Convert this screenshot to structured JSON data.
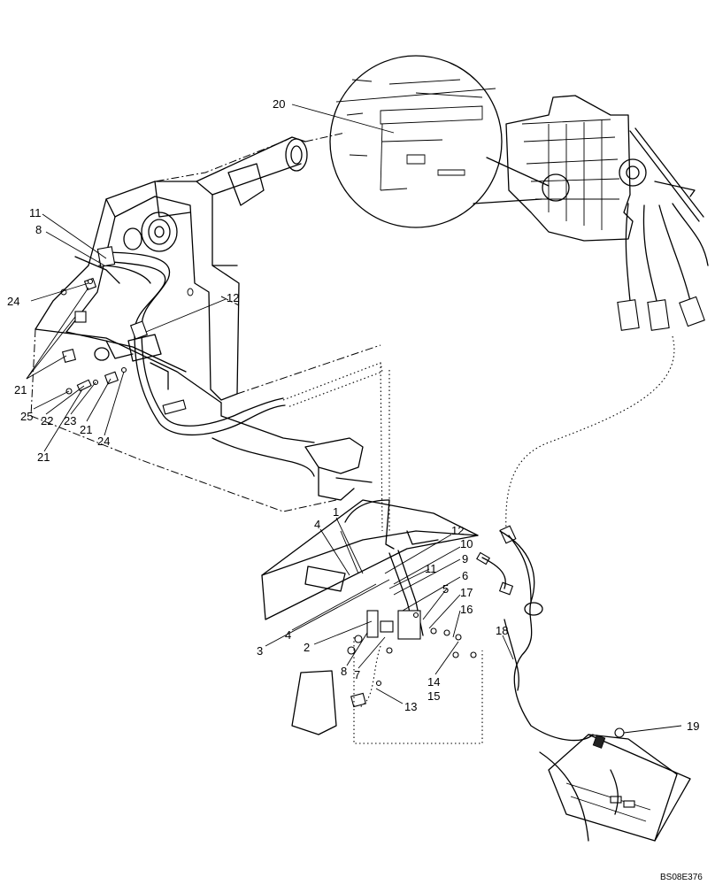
{
  "diagram": {
    "drawing_id": "BS08E376",
    "callouts": [
      "20",
      "11",
      "8",
      "12",
      "24",
      "21",
      "25",
      "22",
      "23",
      "21",
      "24",
      "21",
      "1",
      "4",
      "12",
      "10",
      "9",
      "11",
      "6",
      "5",
      "17",
      "16",
      "3",
      "4",
      "2",
      "18",
      "8",
      "7",
      "14",
      "15",
      "13",
      "19"
    ]
  }
}
